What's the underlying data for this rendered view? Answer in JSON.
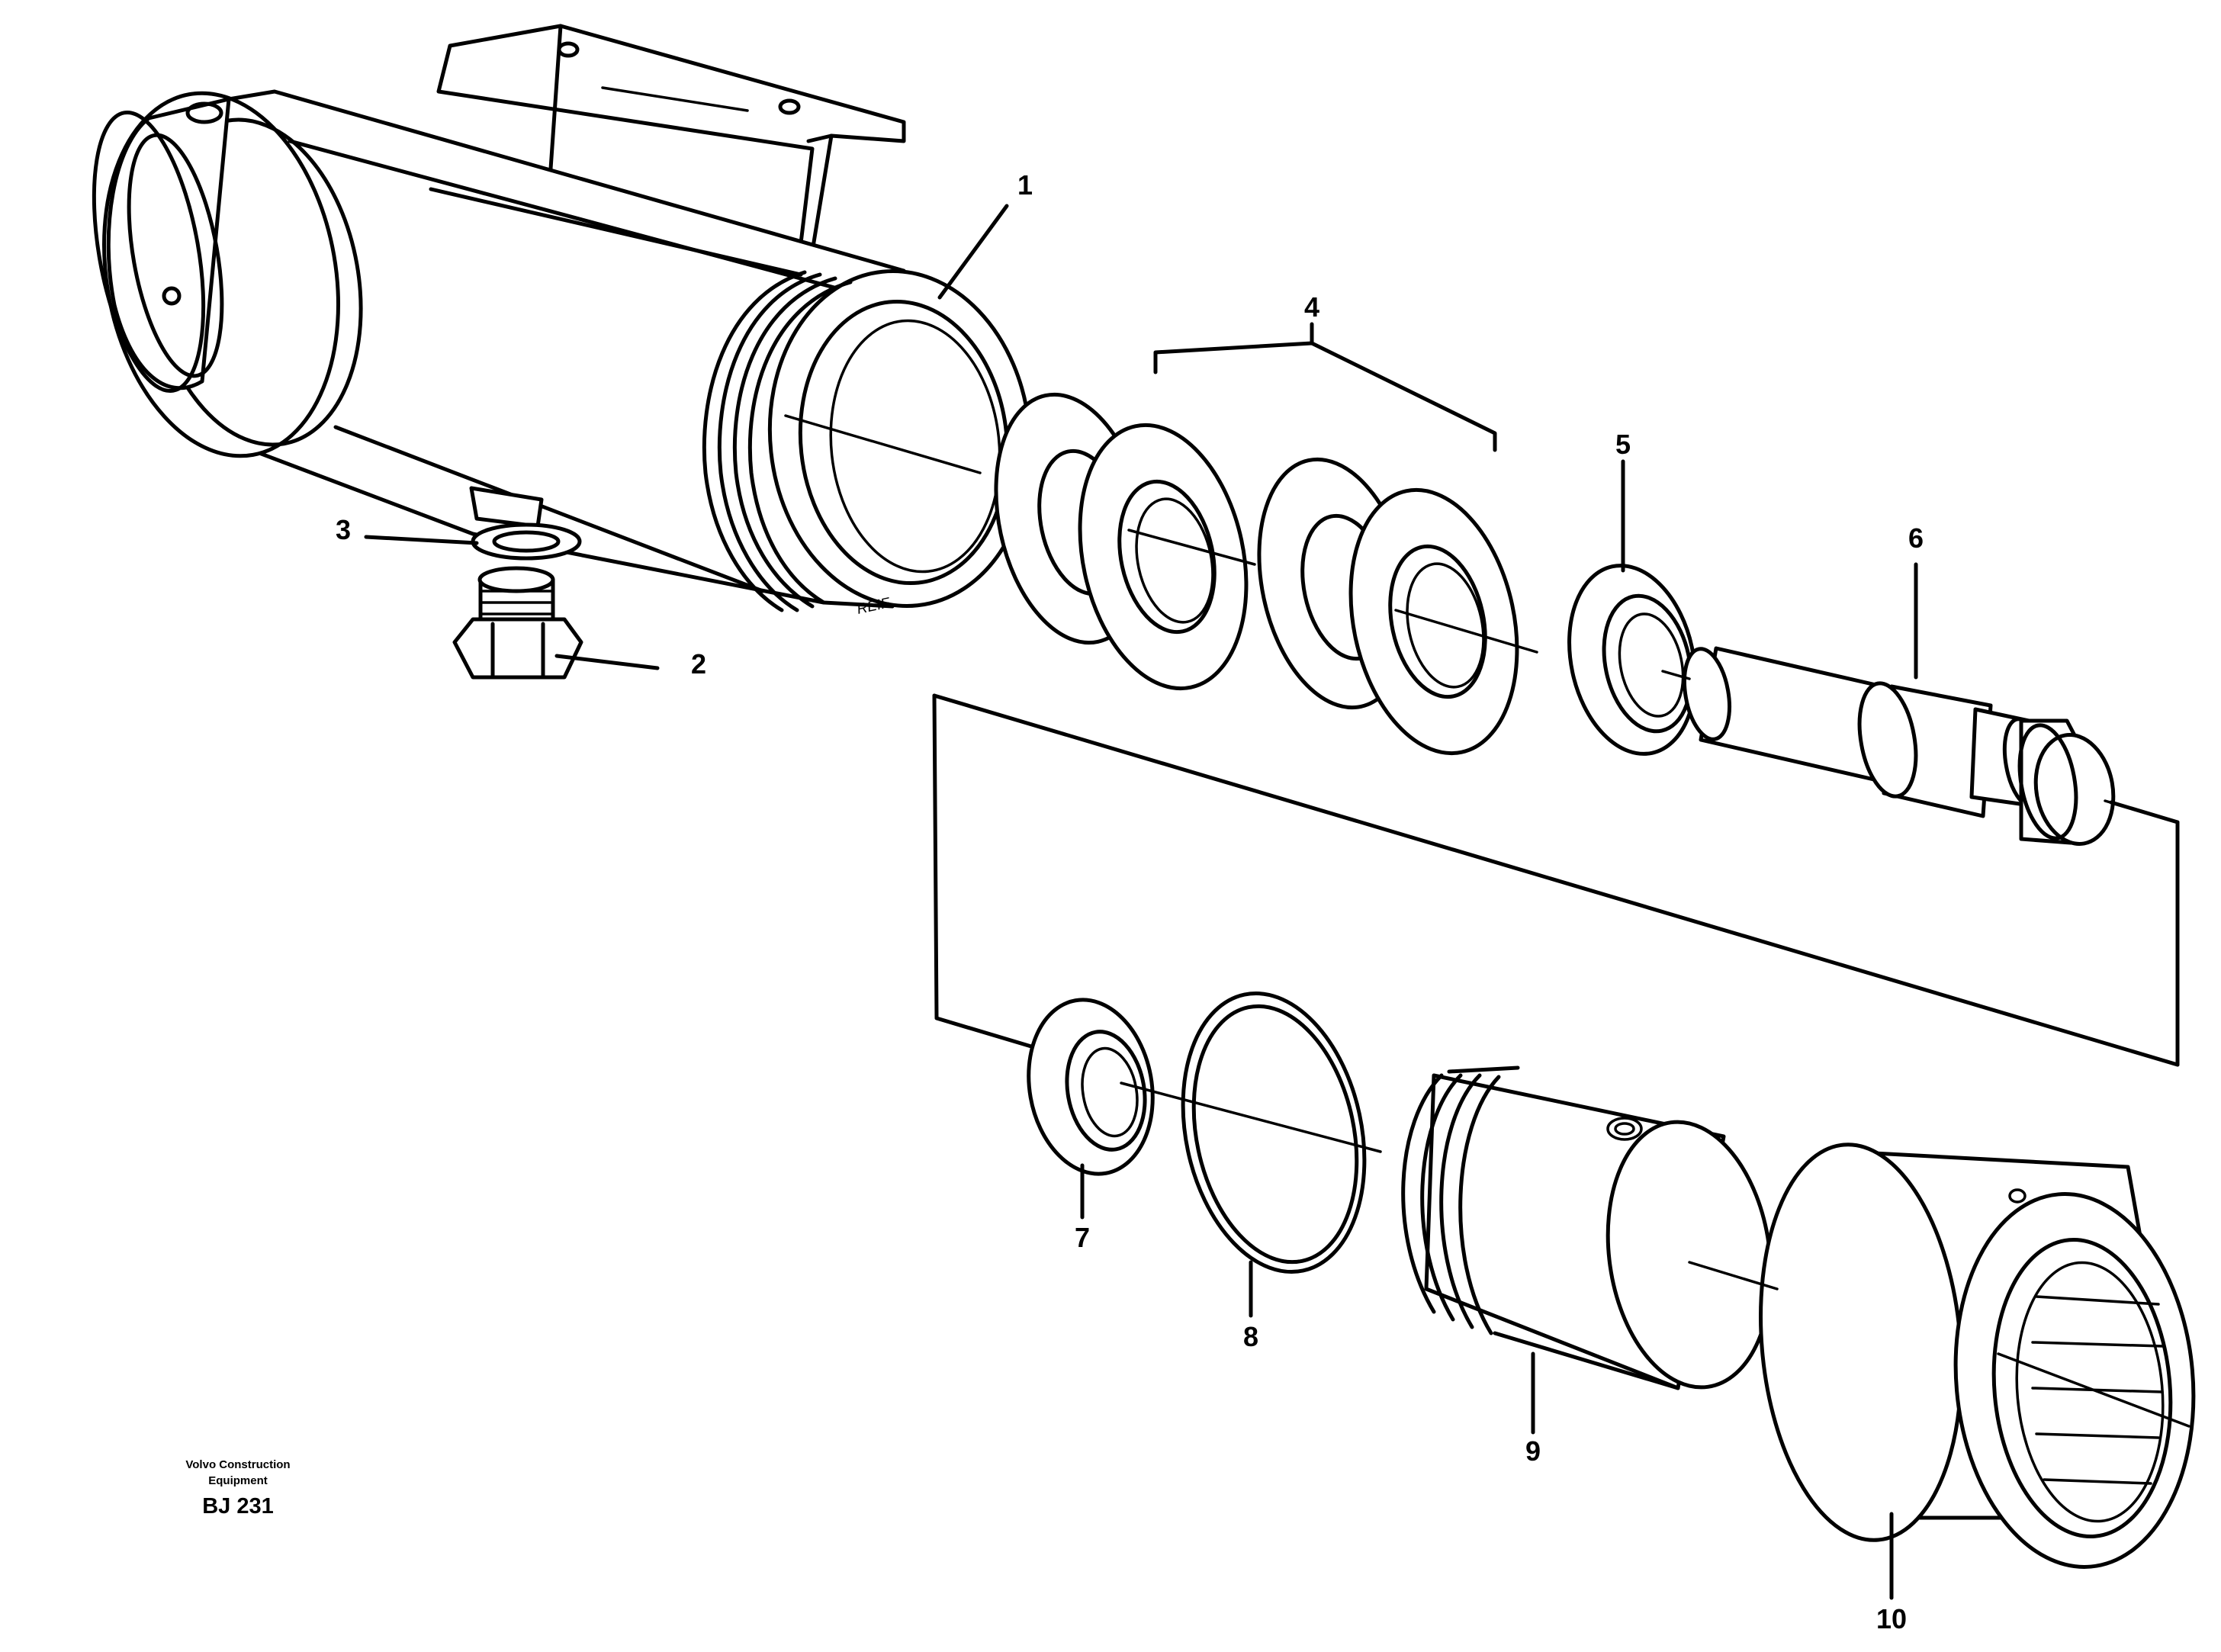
{
  "callouts": {
    "c1": "1",
    "c2": "2",
    "c3": "3",
    "c4": "4",
    "c5": "5",
    "c6": "6",
    "c7": "7",
    "c8": "8",
    "c9": "9",
    "c10": "10"
  },
  "stamp": {
    "line1": "Volvo Construction",
    "line2": "Equipment",
    "code": "BJ 231"
  },
  "cylinder_marking": "REIF"
}
